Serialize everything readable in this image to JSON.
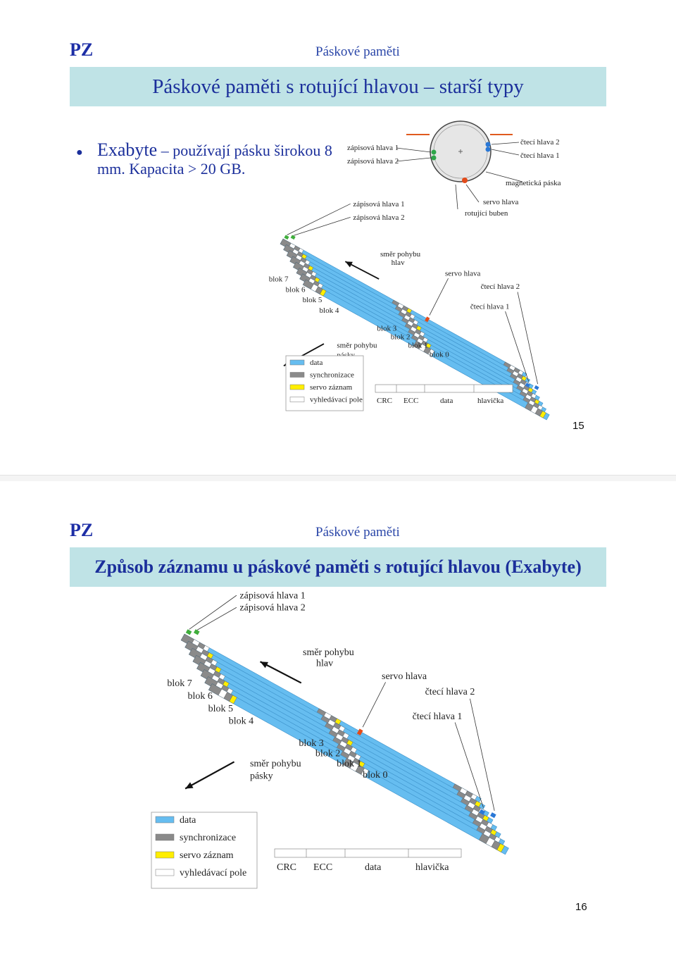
{
  "slide1": {
    "logo": "PZ",
    "course": "Páskové paměti",
    "title": "Páskové paměti s rotující hlavou – starší typy",
    "bullet_strong": "Exabyte",
    "bullet_rest": " – používají pásku širokou 8 mm. Kapacita > 20 GB.",
    "page_number": "15",
    "drum_labels": {
      "zap1": "zápisová hlava 1",
      "zap2": "zápisová hlava 2",
      "cteci2": "čtecí hlava 2",
      "cteci1": "čtecí hlava 1",
      "magneticka": "magnetická páska",
      "servo": "servo hlava",
      "buben": "rotující buben"
    }
  },
  "slide2": {
    "logo": "PZ",
    "course": "Páskové paměti",
    "title": "Způsob záznamu u páskové paměti s rotující hlavou (Exabyte)",
    "page_number": "16"
  },
  "tape": {
    "zap1": "zápisová hlava 1",
    "zap2": "zápisová hlava 2",
    "smer_hlav_1": "směr pohybu",
    "smer_hlav_2": "hlav",
    "servo": "servo hlava",
    "cteci2": "čtecí hlava 2",
    "cteci1": "čtecí hlava 1",
    "blok7": "blok 7",
    "blok6": "blok 6",
    "blok5": "blok 5",
    "blok4": "blok 4",
    "blok3": "blok 3",
    "blok2": "blok 2",
    "blok1": "blok 1",
    "blok0": "blok 0",
    "smer_pasky_1": "směr pohybu",
    "smer_pasky_2": "pásky",
    "legend": [
      "data",
      "synchronizace",
      "servo záznam",
      "vyhledávací pole"
    ],
    "block_format": [
      "CRC",
      "ECC",
      "data",
      "hlavička"
    ]
  },
  "colors": {
    "data": "#66bdf0",
    "synchronizace": "#8a8a8a",
    "servo": "#ffee00",
    "vyhledavaci": "#ffffff",
    "accent": "#1b2f9b",
    "title_band": "#bfe3e6"
  }
}
